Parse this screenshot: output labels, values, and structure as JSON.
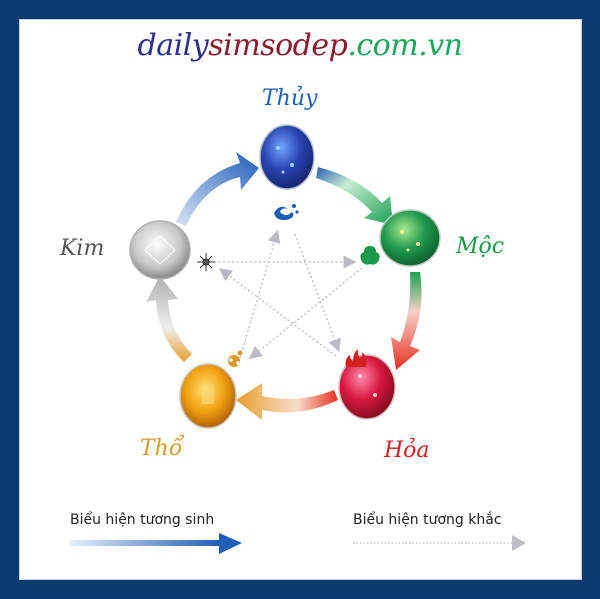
{
  "header": {
    "site_title_part1": "daily",
    "site_title_part2": "simsodep",
    "site_title_part3": ".com.vn"
  },
  "elements": [
    {
      "key": "thuy",
      "label": "Thủy",
      "color": "#1f5fb8",
      "gem_color": "#2a3fa8",
      "icon": "water-wave-icon"
    },
    {
      "key": "moc",
      "label": "Mộc",
      "color": "#1a9a4a",
      "gem_color": "#1f9a4e",
      "icon": "wood-leaf-icon"
    },
    {
      "key": "hoa",
      "label": "Hỏa",
      "color": "#d62020",
      "gem_color": "#d8183e",
      "icon": "fire-flame-icon"
    },
    {
      "key": "tho",
      "label": "Thổ",
      "color": "#d89a2a",
      "gem_color": "#f0a010",
      "icon": "earth-circles-icon"
    },
    {
      "key": "kim",
      "label": "Kim",
      "color": "#555555",
      "gem_color": "#d8d8d8",
      "icon": "metal-star-icon"
    }
  ],
  "cycles": {
    "generating": [
      "Kim→Thủy",
      "Thủy→Mộc",
      "Mộc→Hỏa",
      "Hỏa→Thổ",
      "Thổ→Kim"
    ],
    "overcoming": [
      "Kim→Mộc",
      "Mộc→Thổ",
      "Thổ→Thủy",
      "Thủy→Hỏa",
      "Hỏa→Kim"
    ]
  },
  "legend": {
    "generating_label": "Biểu hiện tương sinh",
    "overcoming_label": "Biểu hiện tương khắc"
  },
  "colors": {
    "border": "#0b3a6e",
    "background": "#ffffff",
    "dotted_arrow": "#b8b8b8"
  }
}
